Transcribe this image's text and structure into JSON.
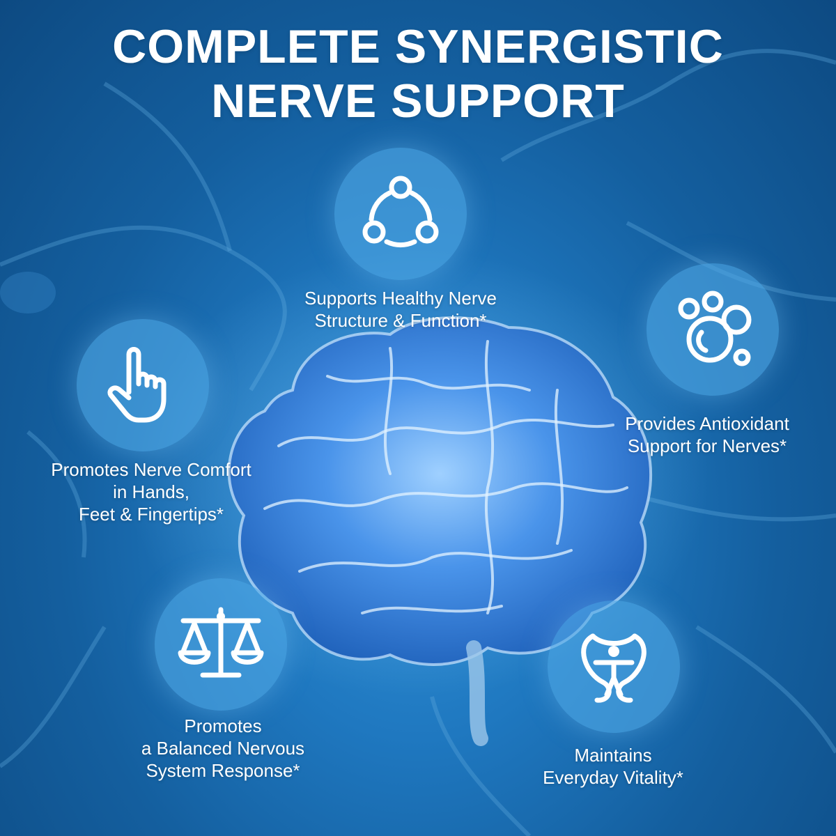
{
  "title": {
    "line1": "COMPLETE SYNERGISTIC",
    "line2": "NERVE SUPPORT"
  },
  "benefits": [
    {
      "icon": "connected-nodes-icon",
      "lines": [
        "Supports Healthy Nerve",
        "Structure & Function*"
      ]
    },
    {
      "icon": "bubbles-icon",
      "lines": [
        "Provides Antioxidant",
        "Support for Nerves*"
      ]
    },
    {
      "icon": "pointing-hand-icon",
      "lines": [
        "Promotes Nerve Comfort",
        "in Hands,",
        "Feet & Fingertips*"
      ]
    },
    {
      "icon": "balance-scale-icon",
      "lines": [
        "Promotes",
        "a Balanced Nervous",
        "System Response*"
      ]
    },
    {
      "icon": "human-vitality-icon",
      "lines": [
        "Maintains",
        "Everyday Vitality*"
      ]
    }
  ],
  "colors": {
    "background": "#1f78c0",
    "badge": "#50aae6",
    "text": "#ffffff",
    "brain": "#3a86e0"
  }
}
